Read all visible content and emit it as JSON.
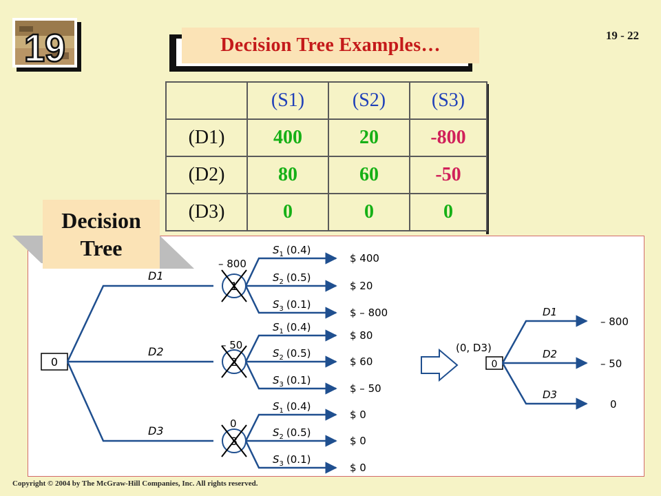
{
  "header": {
    "chapter": "19",
    "title": "Decision Tree Examples…",
    "page_number": "19 - 22"
  },
  "payoff_table": {
    "columns": [
      "",
      "(S1)",
      "(S2)",
      "(S3)"
    ],
    "rows": [
      {
        "label": "(D1)",
        "values": [
          "400",
          "20",
          "-800"
        ]
      },
      {
        "label": "(D2)",
        "values": [
          "80",
          "60",
          "-50"
        ]
      },
      {
        "label": "(D3)",
        "values": [
          "0",
          "0",
          "0"
        ]
      }
    ]
  },
  "tree_label": {
    "line1": "Decision",
    "line2": "Tree"
  },
  "tree": {
    "root": "0",
    "branches": [
      {
        "decision": "D1",
        "node": "1",
        "value": "– 800",
        "outcomes": [
          {
            "state": "S1",
            "prob": "(0.4)",
            "payoff": "$ 400"
          },
          {
            "state": "S2",
            "prob": "(0.5)",
            "payoff": "$ 20"
          },
          {
            "state": "S3",
            "prob": "(0.1)",
            "payoff": "$ – 800"
          }
        ]
      },
      {
        "decision": "D2",
        "node": "2",
        "value": "– 50",
        "outcomes": [
          {
            "state": "S1",
            "prob": "(0.4)",
            "payoff": "$ 80"
          },
          {
            "state": "S2",
            "prob": "(0.5)",
            "payoff": "$ 60"
          },
          {
            "state": "S3",
            "prob": "(0.1)",
            "payoff": "$ – 50"
          }
        ]
      },
      {
        "decision": "D3",
        "node": "3",
        "value": "0",
        "outcomes": [
          {
            "state": "S1",
            "prob": "(0.4)",
            "payoff": "$ 0"
          },
          {
            "state": "S2",
            "prob": "(0.5)",
            "payoff": "$ 0"
          },
          {
            "state": "S3",
            "prob": "(0.1)",
            "payoff": "$ 0"
          }
        ]
      }
    ],
    "reduced": {
      "label": "(0, D3)",
      "root": "0",
      "branches": [
        {
          "decision": "D1",
          "value": "– 800"
        },
        {
          "decision": "D2",
          "value": "– 50"
        },
        {
          "decision": "D3",
          "value": "0"
        }
      ]
    }
  },
  "footer": {
    "copyright": "Copyright © 2004 by The McGraw-Hill Companies, Inc.  All rights reserved."
  },
  "colors": {
    "background": "#f6f3c6",
    "title_text": "#c41a1a",
    "title_box": "#fbe3b6",
    "tree_lines": "#1f4f8f",
    "positive_values": "#16b016",
    "negative_values": "#d0205a",
    "state_labels": "#2040b8"
  }
}
